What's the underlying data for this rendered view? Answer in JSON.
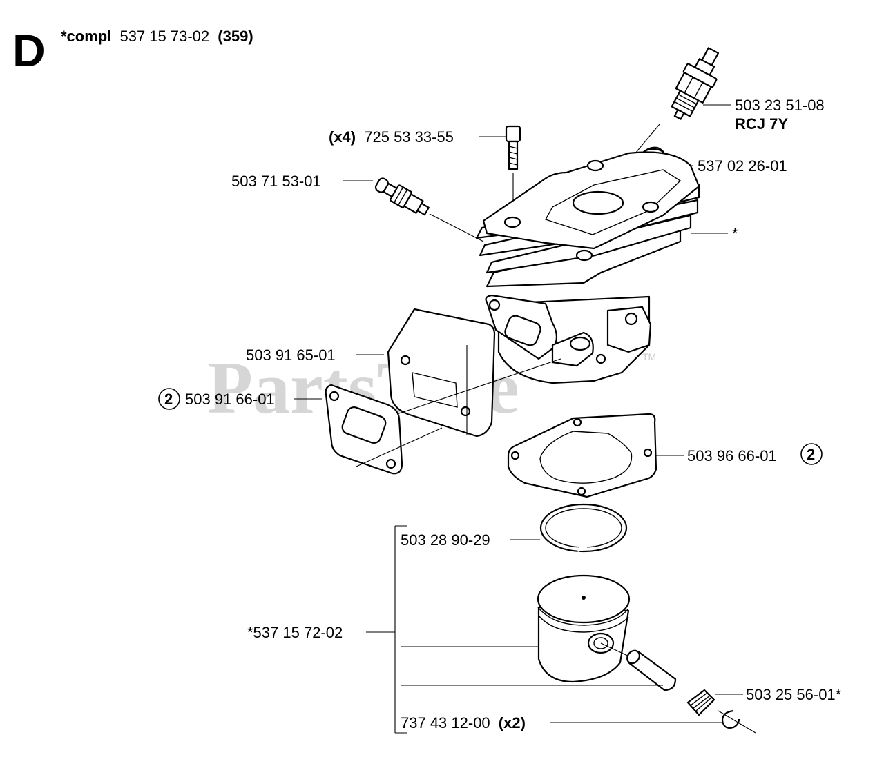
{
  "section_letter": "D",
  "header": {
    "compl_prefix": "*compl",
    "compl_number": "537 15 73-02",
    "compl_ref": "(359)"
  },
  "watermark": {
    "text": "PartsTree",
    "tm": "TM"
  },
  "labels": {
    "spark_plug_number": "503 23 51-08",
    "spark_plug_type": "RCJ 7Y",
    "screw_qty": "(x4)",
    "screw_number": "725 53 33-55",
    "decompression_valve": "503 71 53-01",
    "cap": "537 02 26-01",
    "cylinder_marker": "*",
    "heat_shield": "503 91 65-01",
    "gasket_qty_badge": "2",
    "gasket_number": "503 91 66-01",
    "base_gasket_number": "503 96 66-01",
    "base_gasket_qty_badge": "2",
    "piston_ring": "503 28 90-29",
    "piston_kit": "*537 15 72-02",
    "needle_bearing": "503 25 56-01*",
    "circlip_number": "737 43 12-00",
    "circlip_qty": "(x2)"
  }
}
